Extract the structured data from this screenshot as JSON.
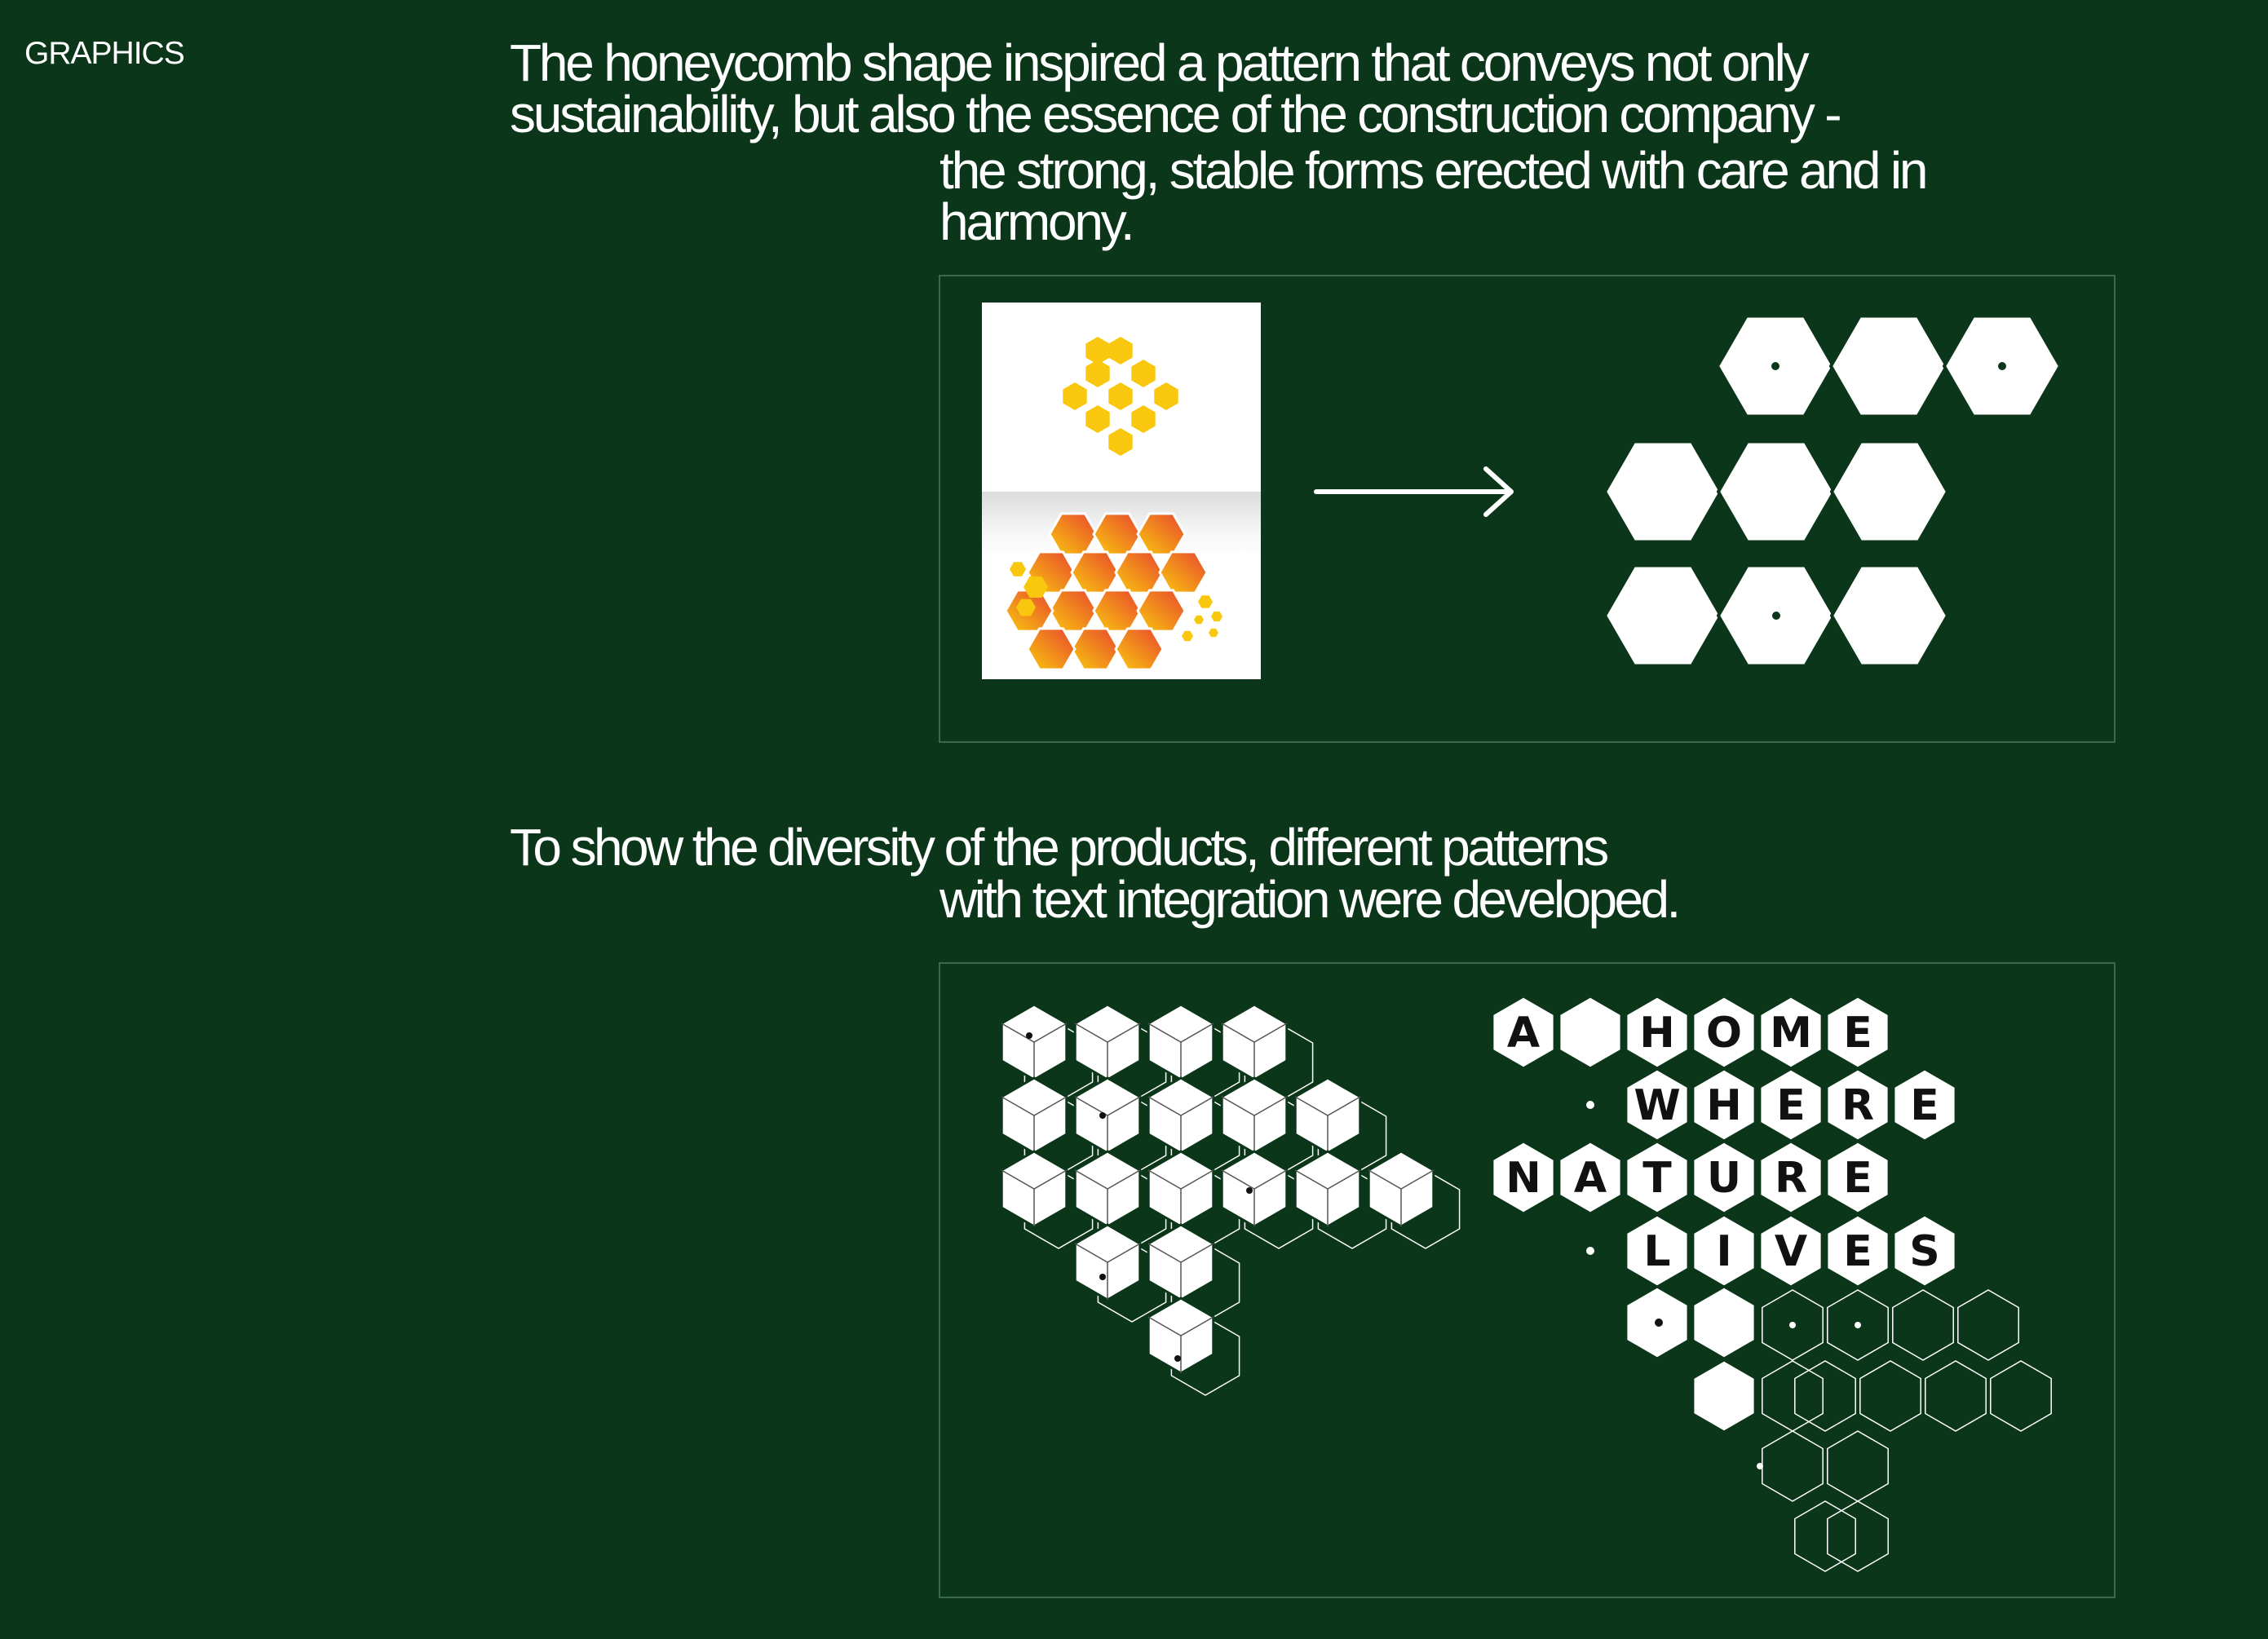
{
  "section_label": "GRAPHICS",
  "intro": {
    "line1": "The honeycomb shape inspired a pattern that conveys not only",
    "line2": "sustainability, but also the essence of the construction company -",
    "line3": "the strong, stable forms erected with care and in",
    "line4": "harmony."
  },
  "second": {
    "line1": "To show the diversity of the products, different patterns",
    "line2": "with text integration were developed."
  },
  "slogan": {
    "row1": [
      "A",
      "",
      "H",
      "O",
      "M",
      "E"
    ],
    "row2": [
      "W",
      "H",
      "E",
      "R",
      "E"
    ],
    "row3": [
      "N",
      "A",
      "T",
      "U",
      "R",
      "E"
    ],
    "row4": [
      "L",
      "I",
      "V",
      "E",
      "S"
    ]
  },
  "colors": {
    "background": "#0b361a",
    "frame_border": "#3a6a48",
    "hex_fill": "#ffffff",
    "honey_yellow": "#f9c80e",
    "honey_orange": "#f07a2a"
  },
  "icons": {
    "arrow": "arrow-right-icon",
    "honeycomb": "honeycomb-icon"
  }
}
